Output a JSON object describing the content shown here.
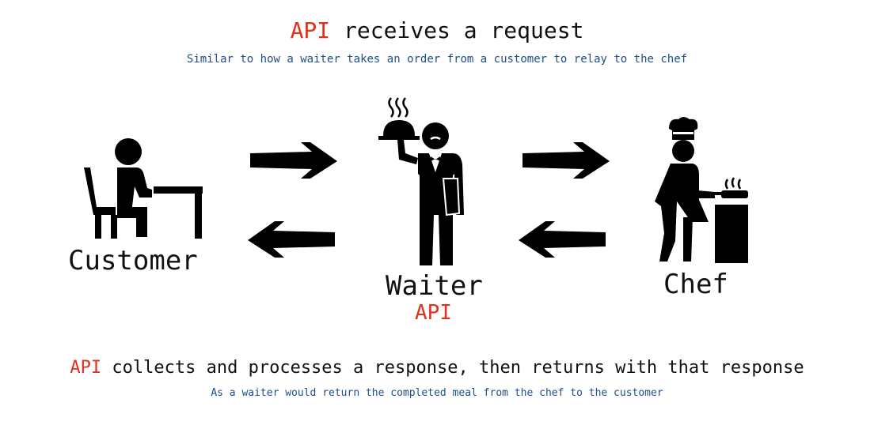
{
  "top": {
    "heading_highlight": "API",
    "heading_rest": " receives a request",
    "subtitle": "Similar to how a waiter takes an order from a customer to relay to the chef"
  },
  "nodes": {
    "customer": "Customer",
    "waiter": "Waiter",
    "waiter_tag": "API",
    "chef": "Chef"
  },
  "bottom": {
    "heading_highlight": "API",
    "heading_rest": " collects and processes a response, then returns with that response",
    "subtitle": "As a waiter would return the completed meal from the chef to the customer"
  },
  "colors": {
    "highlight": "#e0301e",
    "subtitle": "#1f4e8c",
    "icon": "#000000"
  },
  "icons": [
    "customer-icon",
    "waiter-icon",
    "chef-icon",
    "arrow-right-icon",
    "arrow-left-icon"
  ]
}
